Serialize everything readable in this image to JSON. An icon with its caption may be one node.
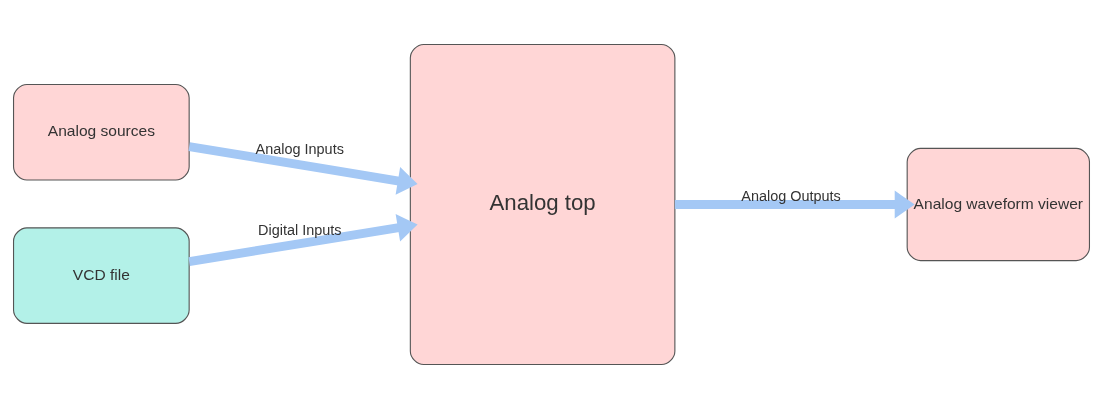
{
  "diagram": {
    "nodes": [
      {
        "text": [
          "Analog sources"
        ]
      },
      {
        "text": [
          "VCD file"
        ]
      },
      {
        "text": [
          "Analog top"
        ]
      },
      {
        "text": [
          "Analog waveform viewer"
        ]
      }
    ],
    "edges": [
      {
        "from": 0,
        "to": 2,
        "arrow": "to",
        "label": "Analog Inputs"
      },
      {
        "from": 1,
        "to": 2,
        "arrow": "to",
        "label": "Digital Inputs"
      },
      {
        "from": 2,
        "to": 3,
        "arrow": "to",
        "label": "Analog Outputs"
      }
    ]
  }
}
